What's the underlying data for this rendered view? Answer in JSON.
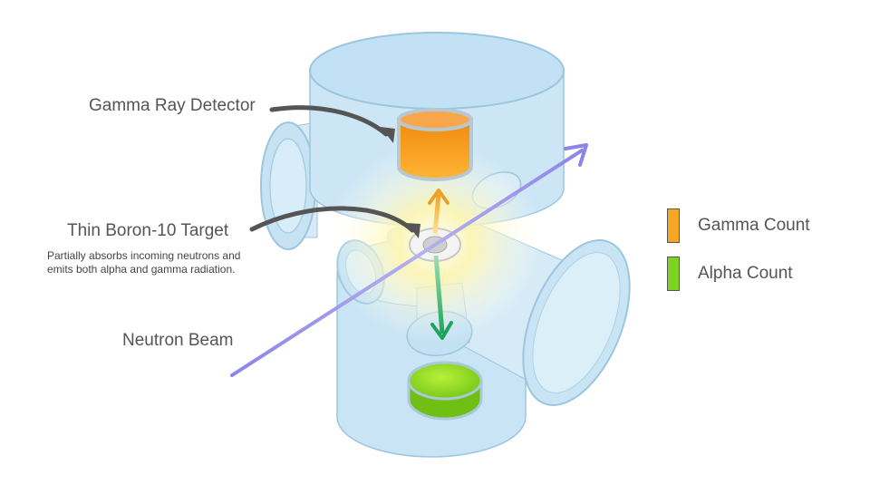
{
  "labels": {
    "detector": "Gamma Ray Detector",
    "target": "Thin Boron-10 Target",
    "target_desc_line1": "Partially absorbs incoming neutrons and",
    "target_desc_line2": "emits both alpha and gamma radiation.",
    "beam": "Neutron Beam"
  },
  "legend": [
    {
      "label": "Gamma Count",
      "color": "#f5a623"
    },
    {
      "label": "Alpha Count",
      "color": "#7ed321"
    }
  ],
  "colors": {
    "chamber": "#bfe0f2",
    "chamber_edge": "#9cc6de",
    "beam": "#8c84e8",
    "gamma_arrow": "#f0a020",
    "alpha_arrow": "#1fa35a",
    "glow": "#fff3a0"
  }
}
